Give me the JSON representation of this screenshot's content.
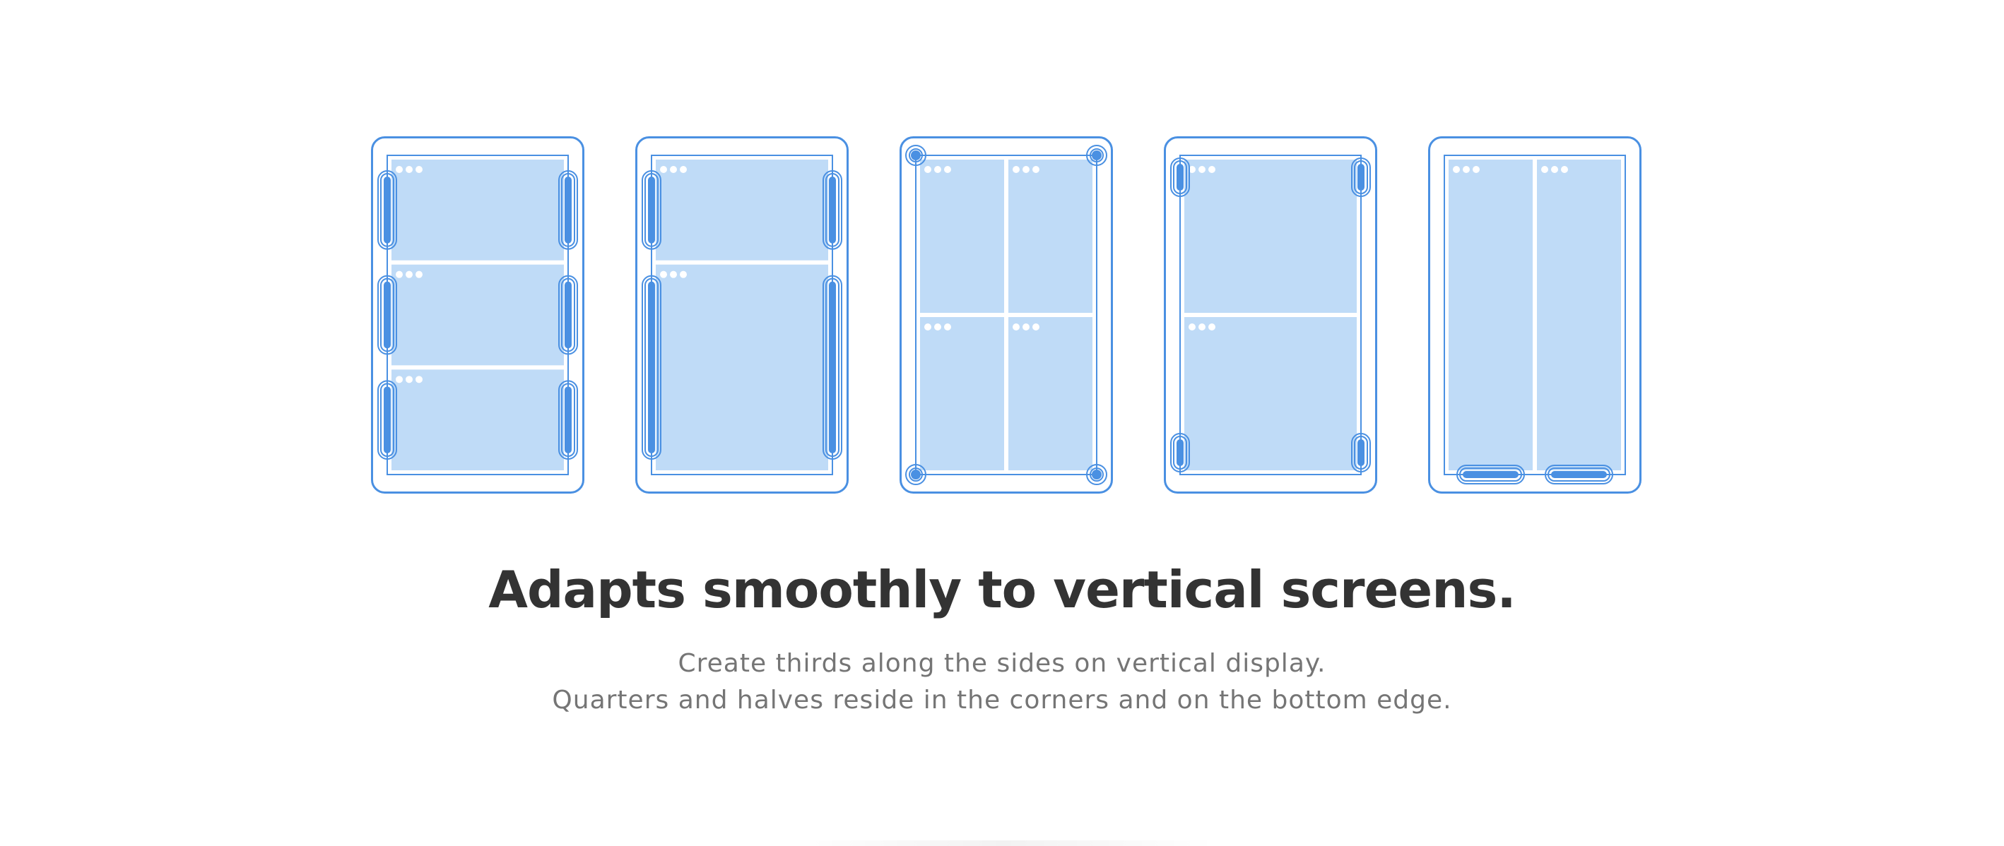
{
  "colors": {
    "frame": "#4a90e2",
    "pane": "#bfdbf7",
    "handle": "#4a90e2",
    "headline": "#333333",
    "body_text": "#757575"
  },
  "layouts": [
    {
      "name": "thirds-stacked",
      "handles": "side-thirds"
    },
    {
      "name": "third-and-two-thirds",
      "handles": "side-third-two-thirds"
    },
    {
      "name": "quarters",
      "handles": "corners"
    },
    {
      "name": "halves-stacked",
      "handles": "side-top-bottom"
    },
    {
      "name": "halves-side-by-side",
      "handles": "bottom-edge"
    }
  ],
  "headline": "Adapts smoothly to vertical screens.",
  "subtext": {
    "line1": "Create thirds along the sides on vertical display.",
    "line2": "Quarters and halves reside in the corners and on the bottom edge."
  }
}
